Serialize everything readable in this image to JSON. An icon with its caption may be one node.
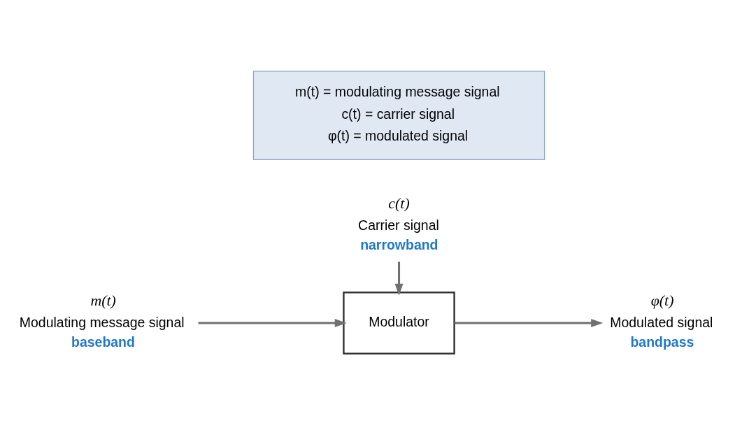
{
  "diagram": {
    "nodes": [
      {
        "text": [
          "m(t) = modulating message signal",
          "c(t) = carrier signal",
          "φ(t) = modulated signal"
        ]
      },
      {
        "text": [
          "m(t)"
        ],
        "beside": [
          "Modulating message signal",
          "baseband"
        ]
      },
      {
        "text": [
          "Modulator"
        ]
      },
      {
        "text": [
          "φ(t)"
        ],
        "beside": [
          "Modulated signal",
          "bandpass"
        ]
      },
      {
        "text": [
          "c(t)"
        ],
        "beside": [
          "Carrier signal",
          "narrowband"
        ]
      }
    ],
    "edges": [
      {
        "from": 1,
        "to": 2,
        "arrow": "to"
      },
      {
        "from": 2,
        "to": 3,
        "arrow": "to"
      },
      {
        "from": 4,
        "to": 2,
        "arrow": "to"
      }
    ]
  }
}
